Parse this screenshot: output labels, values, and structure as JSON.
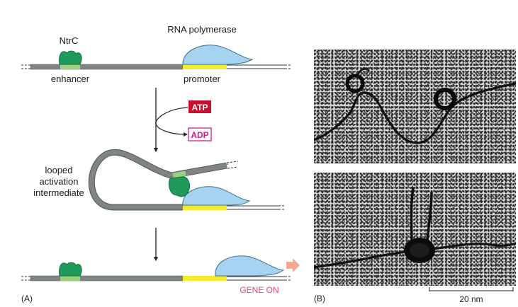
{
  "labels": {
    "ntrc": "NtrC",
    "rna_polymerase": "RNA polymerase",
    "enhancer": "enhancer",
    "promoter": "promoter",
    "atp": "ATP",
    "adp": "ADP",
    "looped_line1": "looped",
    "looped_line2": "activation",
    "looped_line3": "intermediate",
    "gene_on": "GENE ON",
    "panel_a": "(A)",
    "panel_b": "(B)",
    "scale_bar": "20 nm"
  },
  "colors": {
    "dna": "#7f8584",
    "ntrc": "#1f9a5a",
    "enhancer": "#9bd17c",
    "polymerase": "#a6d3ef",
    "promoter": "#f2ec2c",
    "atp": "#c8102e",
    "adp": "#d11e86",
    "gene_on": "#e0457f",
    "arrow": "#f2a990"
  }
}
